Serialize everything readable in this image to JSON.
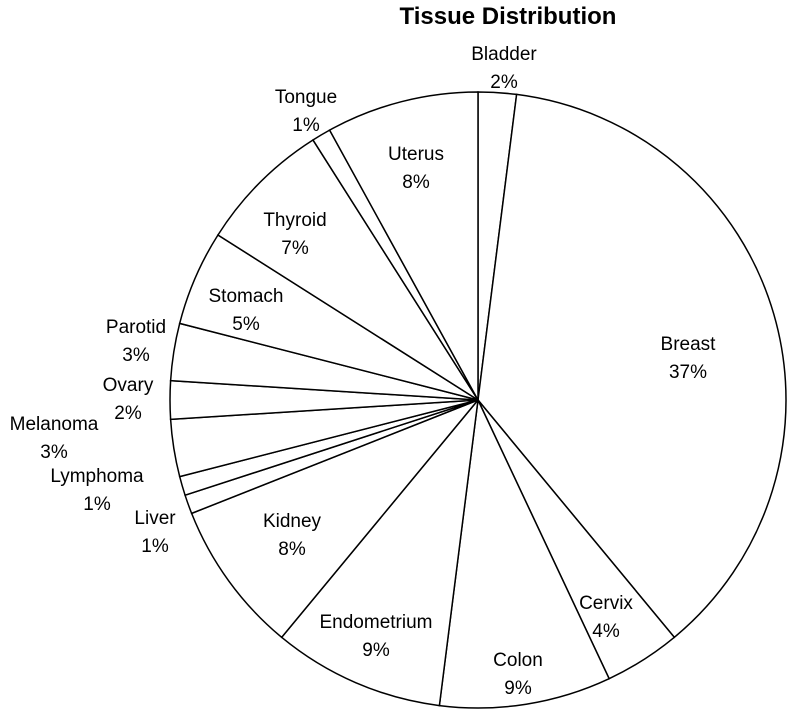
{
  "chart_data": {
    "type": "pie",
    "title": "Tissue Distribution",
    "categories": [
      "Bladder",
      "Breast",
      "Cervix",
      "Colon",
      "Endometrium",
      "Kidney",
      "Liver",
      "Lymphoma",
      "Melanoma",
      "Ovary",
      "Parotid",
      "Stomach",
      "Thyroid",
      "Tongue",
      "Uterus"
    ],
    "values": [
      2,
      37,
      4,
      9,
      9,
      8,
      1,
      1,
      3,
      2,
      3,
      5,
      7,
      1,
      8
    ],
    "value_labels": [
      "2%",
      "37%",
      "4%",
      "9%",
      "9%",
      "8%",
      "1%",
      "1%",
      "3%",
      "2%",
      "3%",
      "5%",
      "7%",
      "1%",
      "8%"
    ],
    "slice_fill": "#ffffff",
    "stroke_color": "#000000"
  }
}
